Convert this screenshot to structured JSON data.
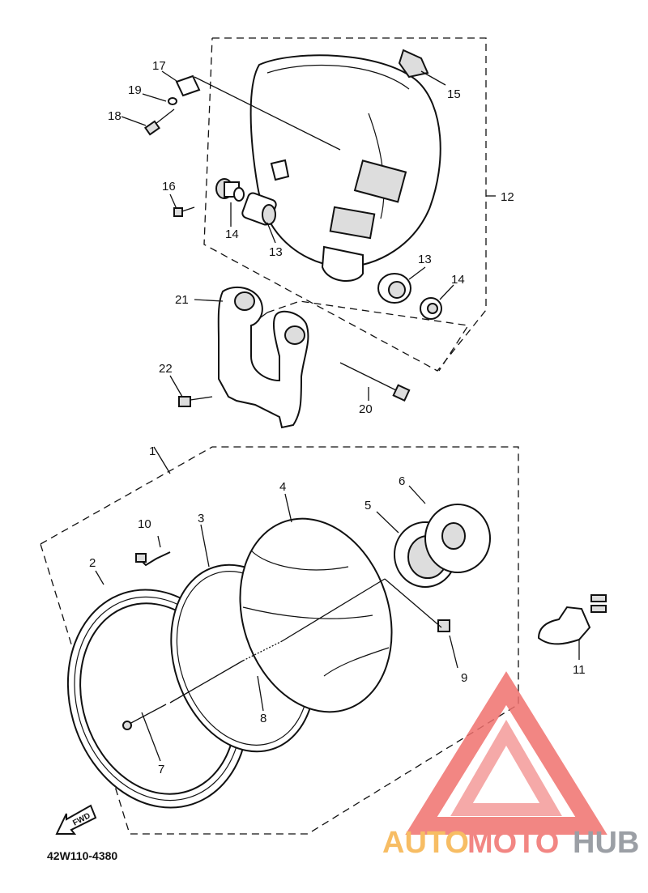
{
  "part_labels": {
    "p1": "1",
    "p2": "2",
    "p3": "3",
    "p4": "4",
    "p5": "5",
    "p6": "6",
    "p7": "7",
    "p8": "8",
    "p9": "9",
    "p10": "10",
    "p11": "11",
    "p12": "12",
    "p13a": "13",
    "p13b": "13",
    "p14a": "14",
    "p14b": "14",
    "p15": "15",
    "p16": "16",
    "p17": "17",
    "p18": "18",
    "p19": "19",
    "p20": "20",
    "p21": "21",
    "p22": "22"
  },
  "fwd_label": "FWD",
  "diagram_code": "42W110-4380",
  "watermark": {
    "auto": "AUTO",
    "moto": "MOTO",
    "hub": "HUB",
    "colors": {
      "auto": "#f6b24a",
      "moto": "#f0716e",
      "hub": "#8a8f96"
    }
  }
}
